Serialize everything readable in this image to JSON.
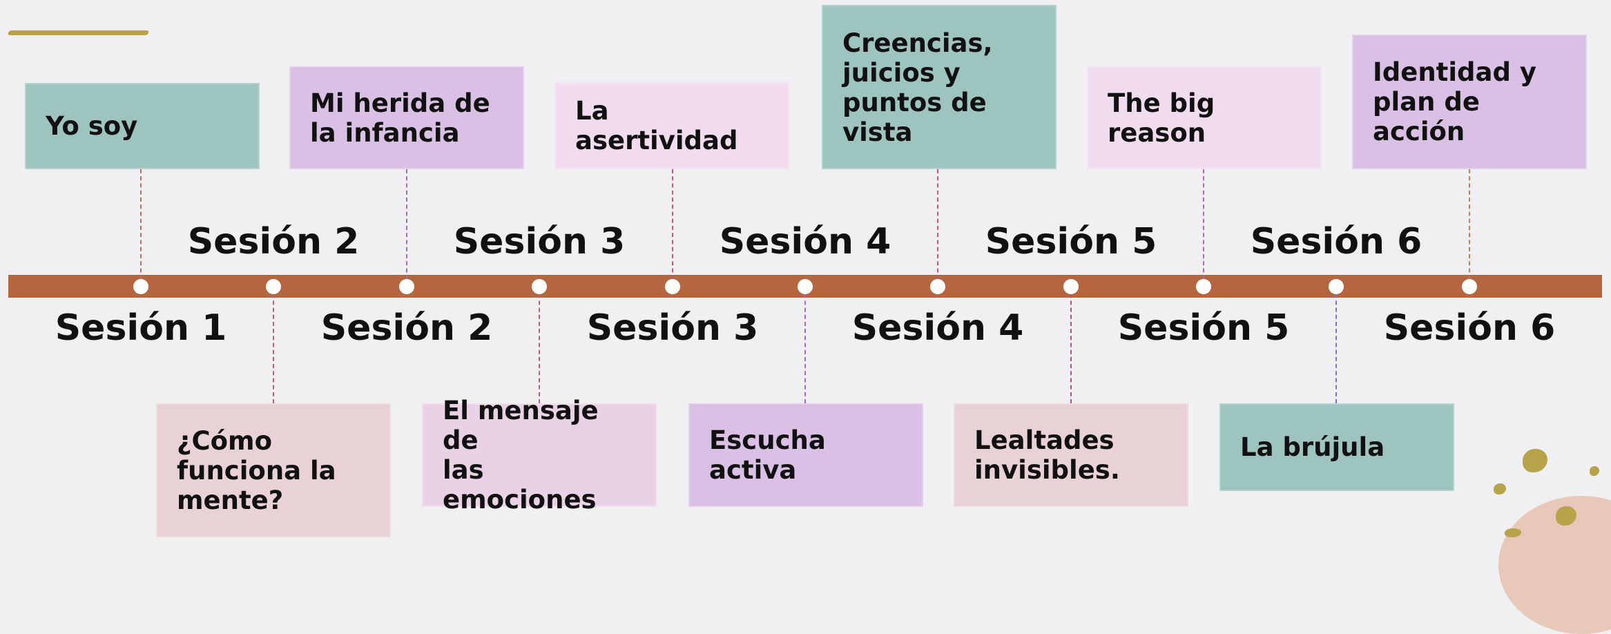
{
  "colors": {
    "background": "#f0f0f2",
    "timeline": "#b4673f",
    "teal": "#9ec4c0",
    "lavender": "#dbc0e6",
    "pink": "#f0dbef",
    "rose": "#e8d2d6",
    "mauve": "#ead2e6",
    "accent_gold": "#b8a24a"
  },
  "upper_session_labels": [
    "Sesión 2",
    "Sesión 3",
    "Sesión 4",
    "Sesión 5",
    "Sesión 6"
  ],
  "lower_session_labels": [
    "Sesión 1",
    "Sesión 2",
    "Sesión 3",
    "Sesión 4",
    "Sesión 5",
    "Sesión 6"
  ],
  "top_topics": [
    {
      "text": "Yo soy",
      "color": "teal"
    },
    {
      "text": "Mi herida de\nla infancia",
      "color": "lavender"
    },
    {
      "text": "La asertividad",
      "color": "pink"
    },
    {
      "text": "Creencias,\njuicios y\npuntos de\nvista",
      "color": "teal"
    },
    {
      "text": "The big\nreason",
      "color": "pink"
    },
    {
      "text": "Identidad y\nplan de\nacción",
      "color": "lavender"
    }
  ],
  "bottom_topics": [
    {
      "text": "¿Cómo\nfunciona la\nmente?",
      "color": "rose"
    },
    {
      "text": "El mensaje de\nlas emociones",
      "color": "mauve"
    },
    {
      "text": "Escucha\nactiva",
      "color": "lavender"
    },
    {
      "text": "Lealtades\ninvisibles.",
      "color": "rose"
    },
    {
      "text": "La brújula",
      "color": "teal"
    }
  ]
}
